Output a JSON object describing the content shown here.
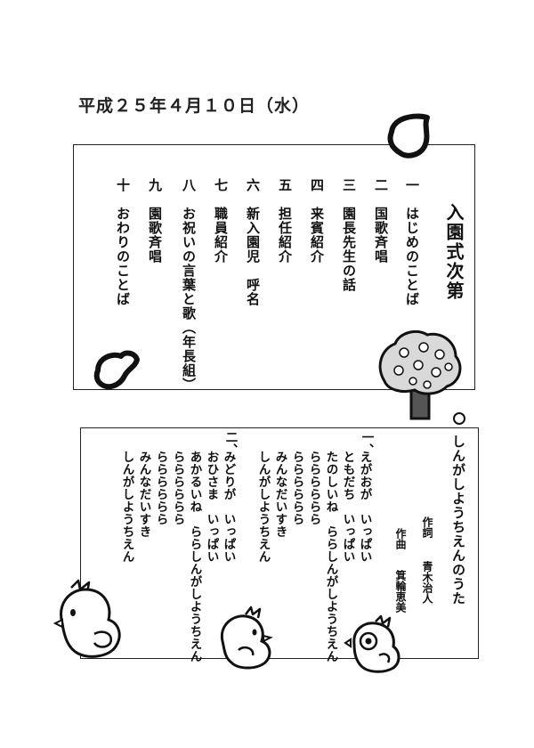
{
  "date": "平成２５年４月１０日（水）",
  "program": {
    "title": "入園式次第",
    "items": [
      {
        "num": "一",
        "text": "はじめのことば"
      },
      {
        "num": "二",
        "text": "国歌斉唱"
      },
      {
        "num": "三",
        "text": "園長先生の話"
      },
      {
        "num": "四",
        "text": "来賓紹介"
      },
      {
        "num": "五",
        "text": "担任紹介"
      },
      {
        "num": "六",
        "text": "新入園児　呼名"
      },
      {
        "num": "七",
        "text": "職員紹介"
      },
      {
        "num": "八",
        "text": "お祝いの言葉と歌（年長組）"
      },
      {
        "num": "九",
        "text": "園歌斉唱"
      },
      {
        "num": "十",
        "text": "おわりのことば"
      }
    ]
  },
  "song": {
    "title": "しんがしようちえんのうた",
    "lyricist_label": "作詞",
    "lyricist": "青木治人",
    "composer_label": "作曲",
    "composer": "箕輪恵美",
    "verse1_marker": "一、",
    "verse1": [
      "えがおが　いっぱい",
      "ともだち　いっぱい",
      "たのしいね　ららしんがしようちえん",
      "らららららら",
      "らららららら",
      "みんなだいすき",
      "しんがしようちえん"
    ],
    "verse2_marker": "二、",
    "verse2": [
      "みどりが　いっぱい",
      "おひさま　いっぱい",
      "あかるいね　ららしんがしようちえん",
      "らららららら",
      "らららららら",
      "みんなだいすき",
      "しんがしようちえん"
    ]
  },
  "colors": {
    "ink": "#111111",
    "tree_fill": "#d9d9d9",
    "trunk": "#555555",
    "chick_fill": "#ffffff"
  }
}
